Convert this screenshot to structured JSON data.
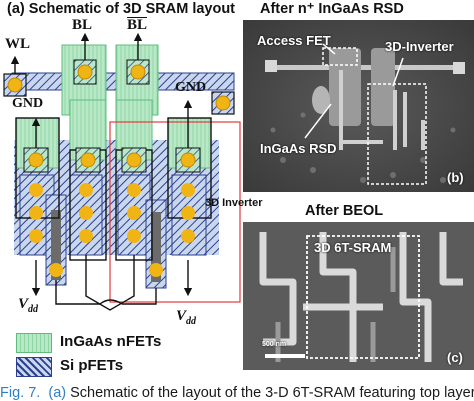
{
  "left_panel": {
    "title": "(a) Schematic of 3D SRAM layout",
    "labels": {
      "wl": "WL",
      "bl": "BL",
      "blbar": "BL",
      "gnd_left": "GND",
      "gnd_right": "GND",
      "vdd_left_main": "V",
      "vdd_left_sub": "dd",
      "vdd_right_main": "V",
      "vdd_right_sub": "dd",
      "inverter": "3D Inverter"
    },
    "legend": [
      {
        "label": "InGaAs nFETs",
        "color": "#b9e8c8"
      },
      {
        "label": "Si pFETs",
        "color": "#c9d7ee"
      }
    ]
  },
  "right_top": {
    "title": "After n⁺ InGaAs RSD",
    "labels": {
      "access_fet": "Access FET",
      "inverter": "3D-Inverter",
      "rsd": "InGaAs RSD",
      "tag": "(b)"
    }
  },
  "right_bottom": {
    "title": "After BEOL",
    "labels": {
      "sram": "3D 6T-SRAM",
      "scale": "500 nm",
      "tag": "(c)"
    }
  },
  "caption": {
    "fig": "Fig. 7.",
    "panel": "(a)",
    "text": "Schematic of the layout of the 3-D 6T-SRAM featuring top layer"
  },
  "colors": {
    "green_fill": "#b9e8c8",
    "blue_fill": "#c9d7ee",
    "hatch": "#2c3f8f",
    "gold": "#f1b415",
    "red_box": "#e23b3b",
    "figure_blue": "#2f7fc6"
  }
}
